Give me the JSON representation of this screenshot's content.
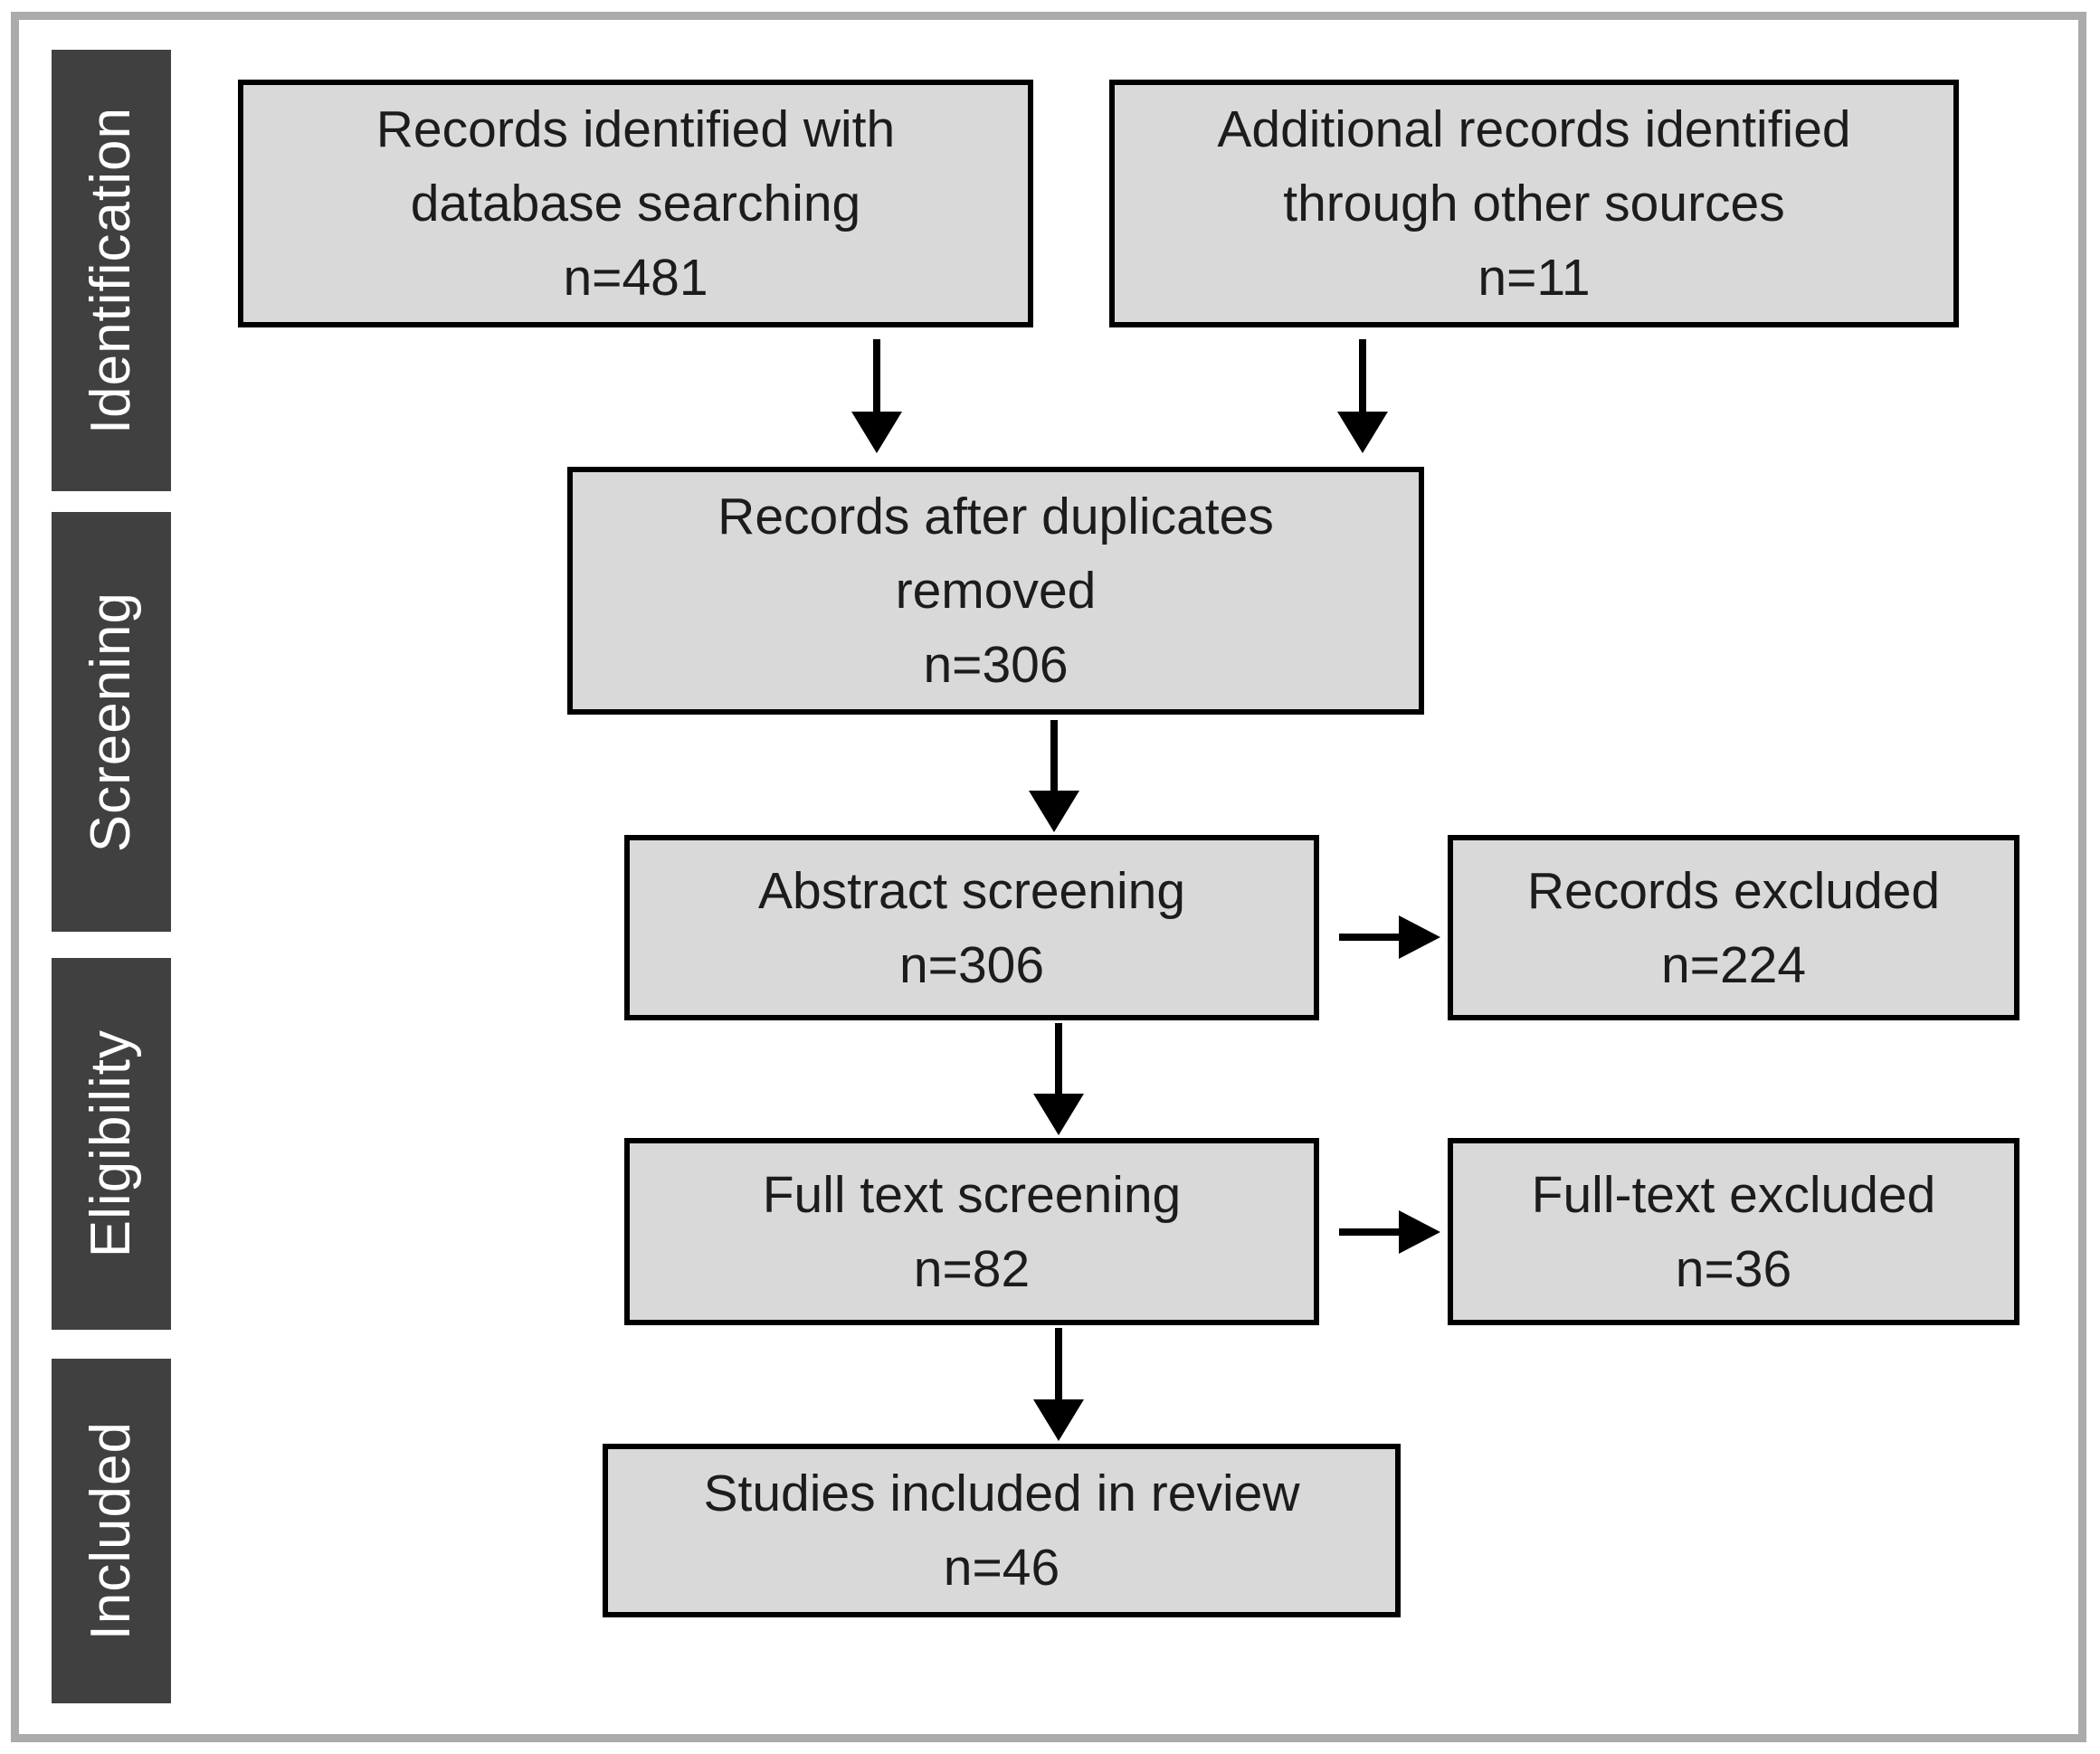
{
  "figure": {
    "type": "prisma-flow-diagram",
    "colors": {
      "background": "#ffffff",
      "outer_border": "#ababab",
      "stage_bar_bg": "#404040",
      "stage_bar_text": "#ffffff",
      "box_fill": "#d9d9d9",
      "box_border": "#000000",
      "box_text": "#1c1c1c",
      "arrow": "#000000"
    }
  },
  "sidebar": {
    "stages": [
      {
        "label": "Identification"
      },
      {
        "label": "Screening"
      },
      {
        "label": "Eligibility"
      },
      {
        "label": "Included"
      }
    ]
  },
  "flow": {
    "boxes": {
      "db_search": {
        "lines": [
          "Records identified with",
          "database searching",
          "n=481"
        ],
        "n": 481
      },
      "other_sources": {
        "lines": [
          "Additional records identified",
          "through other sources",
          "n=11"
        ],
        "n": 11
      },
      "after_duplicates": {
        "lines": [
          "Records after duplicates",
          "removed",
          "n=306"
        ],
        "n": 306
      },
      "abstract_screening": {
        "lines": [
          "Abstract screening",
          "n=306"
        ],
        "n": 306
      },
      "records_excluded": {
        "lines": [
          "Records excluded",
          "n=224"
        ],
        "n": 224
      },
      "fulltext_screening": {
        "lines": [
          "Full text screening",
          "n=82"
        ],
        "n": 82
      },
      "fulltext_excluded": {
        "lines": [
          "Full-text excluded",
          "n=36"
        ],
        "n": 36
      },
      "included_in_review": {
        "lines": [
          "Studies included in review",
          "n=46"
        ],
        "n": 46
      }
    }
  }
}
